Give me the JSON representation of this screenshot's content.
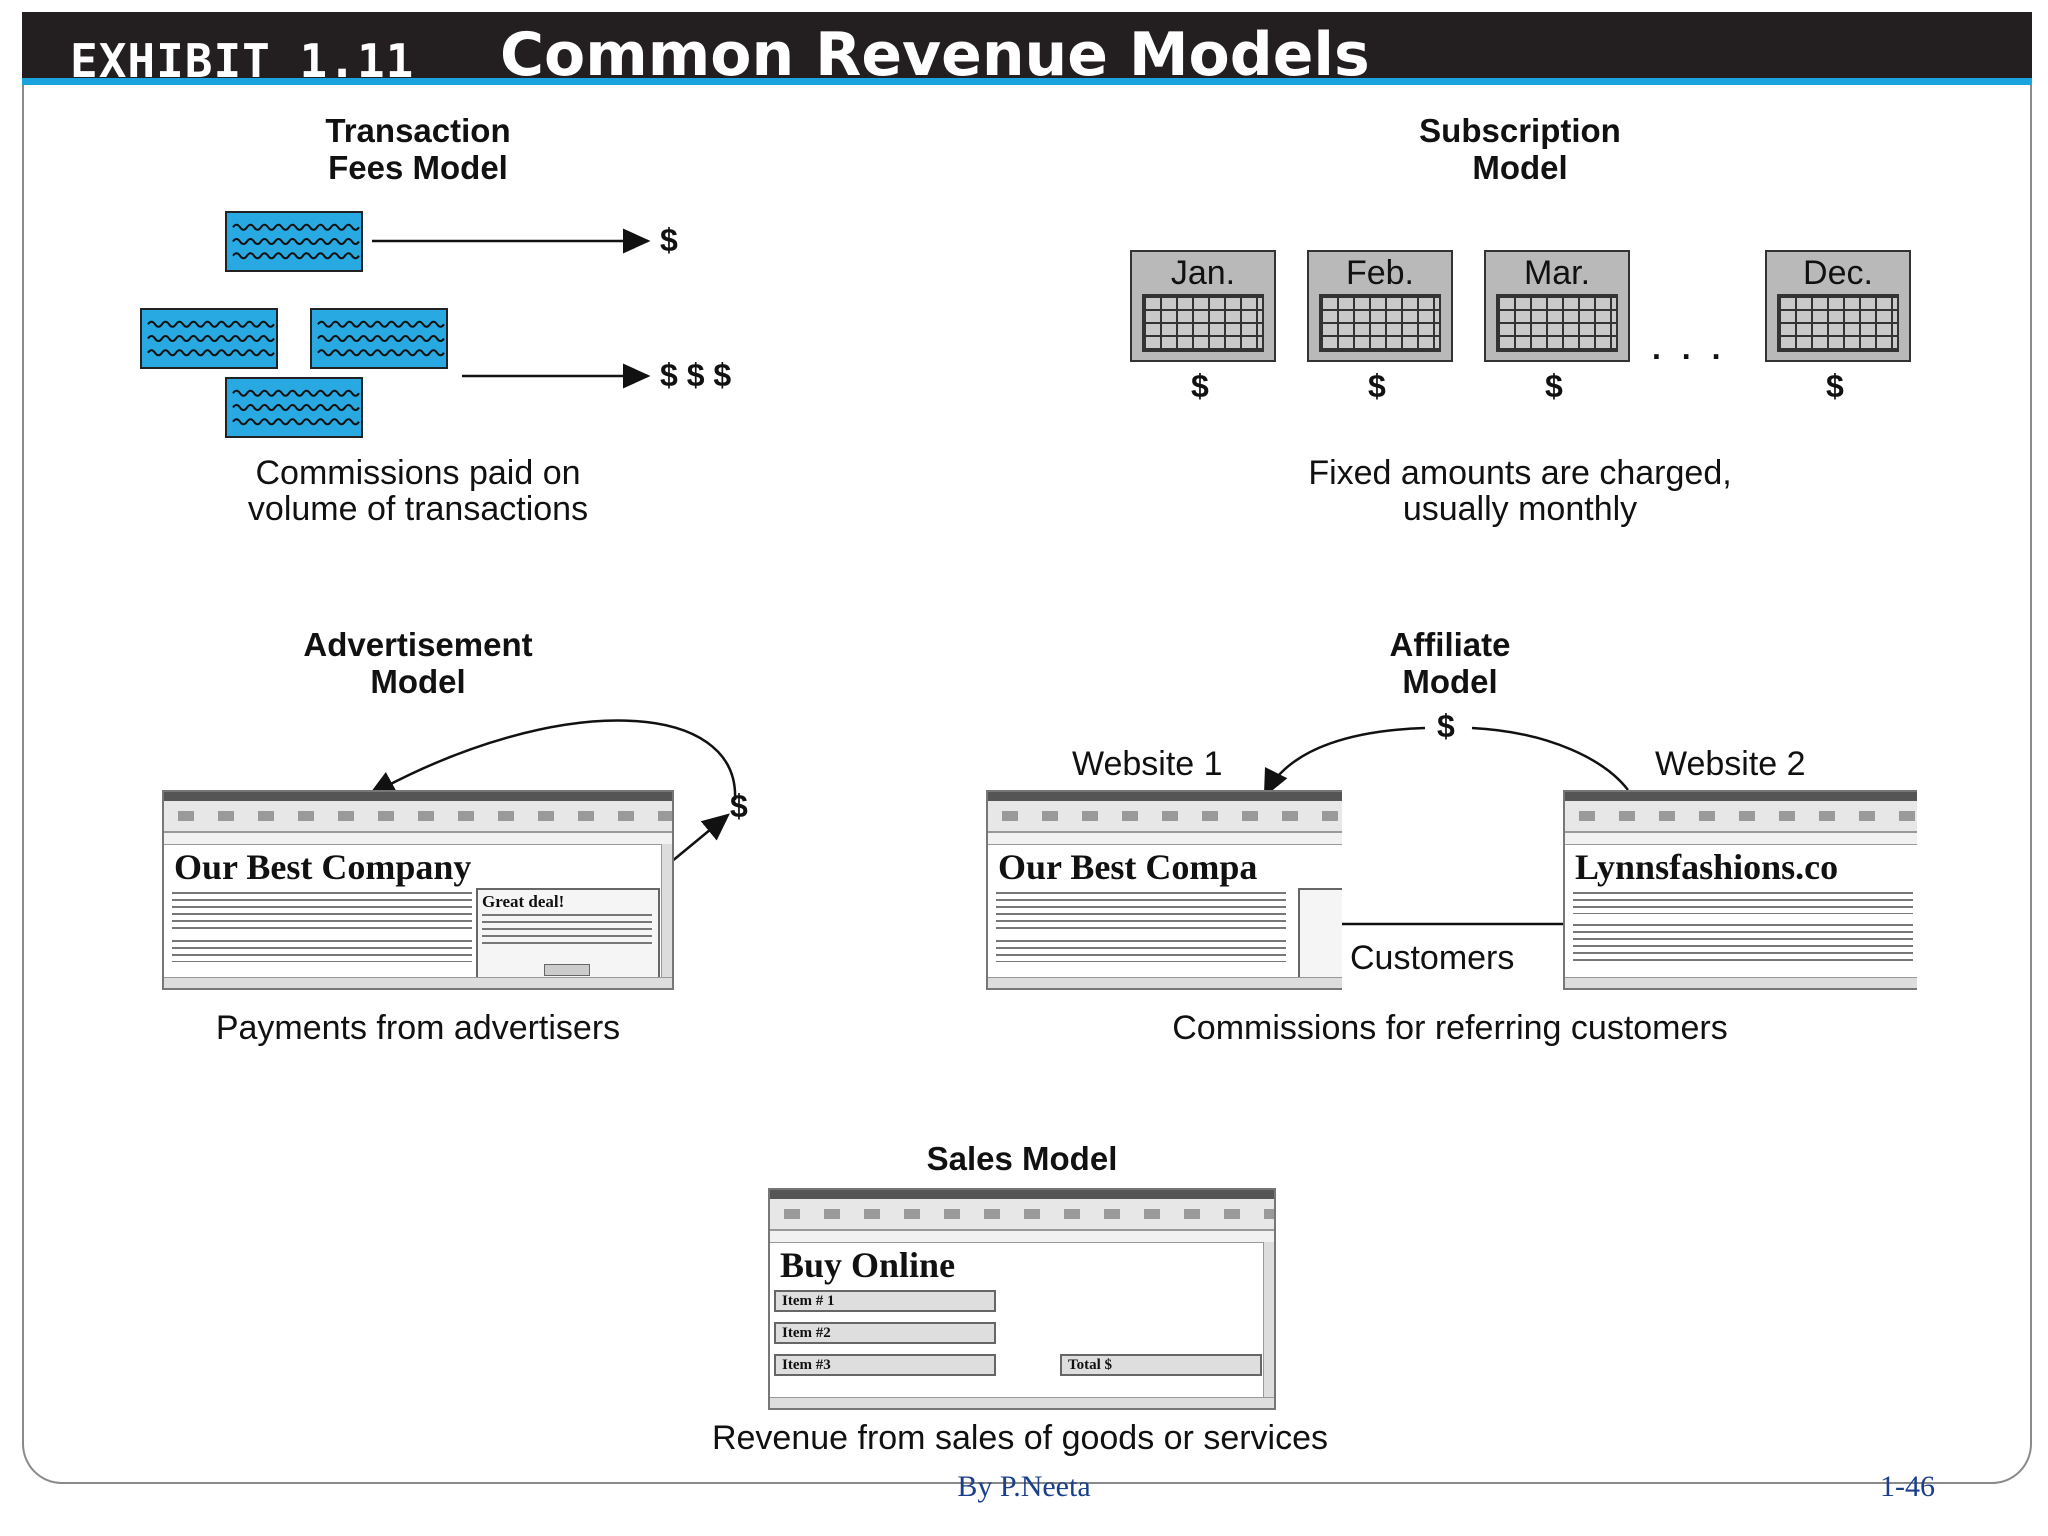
{
  "header": {
    "exhibit_label": "EXHIBIT 1.11",
    "title": "Common Revenue Models"
  },
  "transaction": {
    "title_line1": "Transaction",
    "title_line2": "Fees Model",
    "single_dollar": "$",
    "multi_dollar": "$ $ $",
    "caption_line1": "Commissions paid on",
    "caption_line2": "volume of transactions"
  },
  "subscription": {
    "title_line1": "Subscription",
    "title_line2": "Model",
    "months": [
      "Jan.",
      "Feb.",
      "Mar.",
      "Dec."
    ],
    "dollar": "$",
    "ellipsis": ". . .",
    "caption_line1": "Fixed amounts are charged,",
    "caption_line2": "usually monthly"
  },
  "advertisement": {
    "title_line1": "Advertisement",
    "title_line2": "Model",
    "page_heading": "Our Best Company",
    "ad_heading": "Great deal!",
    "dollar": "$",
    "caption": "Payments from advertisers"
  },
  "affiliate": {
    "title_line1": "Affiliate",
    "title_line2": "Model",
    "dollar": "$",
    "website1": "Website 1",
    "website2": "Website 2",
    "site1_heading": "Our Best Compa",
    "site2_heading": "Lynnsfashions.co",
    "customers": "Customers",
    "caption": "Commissions for referring customers"
  },
  "sales": {
    "title": "Sales Model",
    "page_heading": "Buy Online",
    "items": [
      "Item # 1",
      "Item #2",
      "Item #3"
    ],
    "total": "Total $",
    "caption": "Revenue from sales of goods or services"
  },
  "footer": {
    "author": "By P.Neeta",
    "page": "1-46"
  },
  "colors": {
    "header_bg": "#231f20",
    "accent_blue": "#1aa3dc",
    "paper_blue": "#29a9e1",
    "footer_text": "#1b3f8b"
  }
}
